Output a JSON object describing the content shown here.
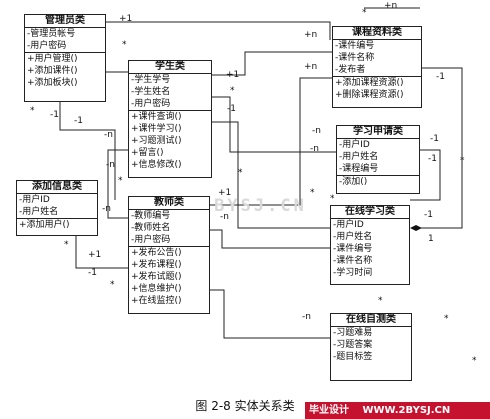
{
  "classes": {
    "admin": {
      "title": "管理员类",
      "attrs": [
        "-管理员帐号",
        "-用户密码"
      ],
      "ops": [
        "+用户管理()",
        "+添加课件()",
        "+添加板块()"
      ]
    },
    "student": {
      "title": "学生类",
      "attrs": [
        "-学生学号",
        "-学生姓名",
        "-用户密码"
      ],
      "ops": [
        "+课件查询()",
        "+课件学习()",
        "+习题测试()",
        "+留言()",
        "+信息修改()"
      ]
    },
    "course": {
      "title": "课程资料类",
      "attrs": [
        "-课件编号",
        "-课件名称",
        "-发布者"
      ],
      "ops": [
        "+添加课程资源()",
        "+删除课程资源()"
      ]
    },
    "apply": {
      "title": "学习申请类",
      "attrs": [
        "-用户ID",
        "-用户姓名",
        "-课程编号"
      ],
      "ops": [
        "-添加()"
      ]
    },
    "addinfo": {
      "title": "添加信息类",
      "attrs": [
        "-用户ID",
        "-用户姓名"
      ],
      "ops": [
        "+添加用户()"
      ]
    },
    "teacher": {
      "title": "教师类",
      "attrs": [
        "-教师编号",
        "-教师姓名",
        "-用户密码"
      ],
      "ops": [
        "+发布公告()",
        "+发布课程()",
        "+发布试题()",
        "+信息维护()",
        "+在线监控()"
      ]
    },
    "online": {
      "title": "在线学习类",
      "attrs": [
        "-用户ID",
        "-用户姓名",
        "-课件编号",
        "-课件名称",
        "-学习时间"
      ],
      "ops": []
    },
    "selftest": {
      "title": "在线自测类",
      "attrs": [
        "-习题难易",
        "-习题答案",
        "-题目标签"
      ],
      "ops": []
    }
  },
  "multiplicities": [
    "+n",
    "+1",
    "+n",
    "*",
    "*",
    "-1",
    "+1",
    "+n",
    "-1",
    "-1",
    "*",
    "-n",
    "*",
    "-n",
    "-1",
    "-1",
    "-1",
    "*",
    "-n",
    "-n",
    "-1",
    "*",
    "*",
    "-n",
    "+1",
    "-1",
    "*",
    "*",
    "*",
    "*",
    "1",
    "*",
    "+1",
    "*",
    "*",
    "-n",
    "-n"
  ],
  "watermark": "WWW.2BYSJ.CN",
  "caption": "图 2-8  实体关系类",
  "brand": {
    "name": "毕业设计",
    "url": "WWW.2BYSJ.CN"
  }
}
